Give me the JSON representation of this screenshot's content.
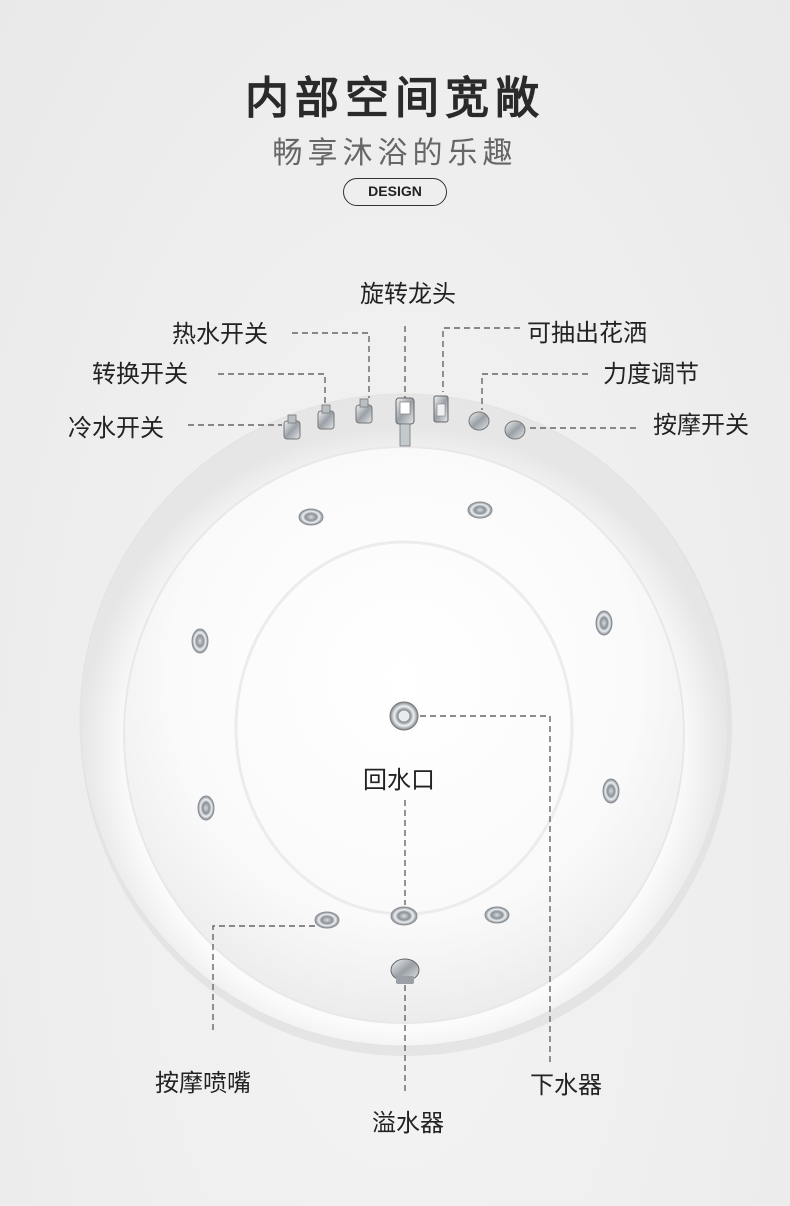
{
  "header": {
    "title": "内部空间宽敞",
    "subtitle": "畅享沐浴的乐趣",
    "badge": "DESIGN"
  },
  "labels": {
    "rotating_faucet": "旋转龙头",
    "hot_water_switch": "热水开关",
    "diverter_switch": "转换开关",
    "cold_water_switch": "冷水开关",
    "pull_out_shower": "可抽出花洒",
    "intensity_control": "力度调节",
    "massage_switch": "按摩开关",
    "return_water_port": "回水口",
    "massage_nozzle": "按摩喷嘴",
    "drain": "下水器",
    "overflow": "溢水器"
  }
}
